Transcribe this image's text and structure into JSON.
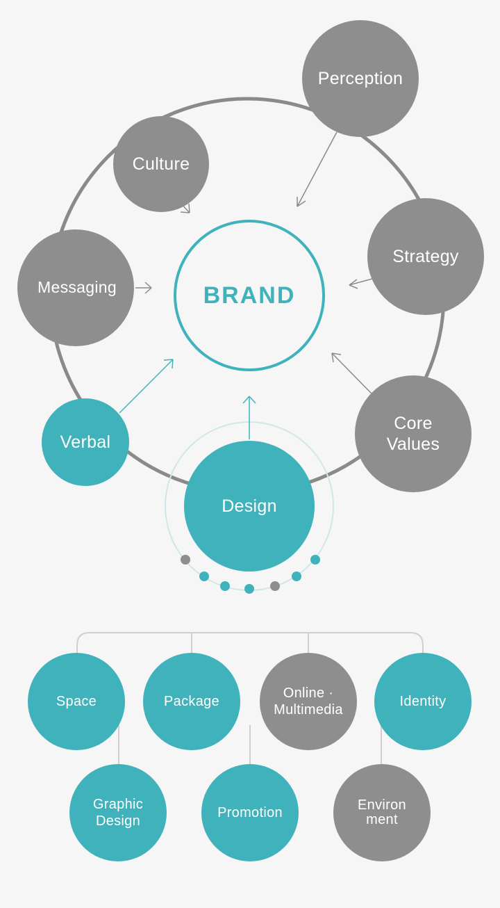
{
  "center": {
    "label": "BRAND"
  },
  "outer_nodes": {
    "perception": "Perception",
    "culture": "Culture",
    "messaging": "Messaging",
    "strategy": "Strategy",
    "core_values": "Core\nValues",
    "verbal": "Verbal",
    "design": "Design"
  },
  "design_branches": {
    "space": "Space",
    "package": "Package",
    "online_multimedia": "Online ·\nMultimedia",
    "identity": "Identity",
    "graphic_design": "Graphic\nDesign",
    "promotion": "Promotion",
    "environment": "Environ\nment"
  },
  "colors": {
    "teal": "#3fb2bb",
    "gray": "#8e8e8e",
    "ring": "#8a8a8a",
    "background": "#f6f6f6"
  }
}
